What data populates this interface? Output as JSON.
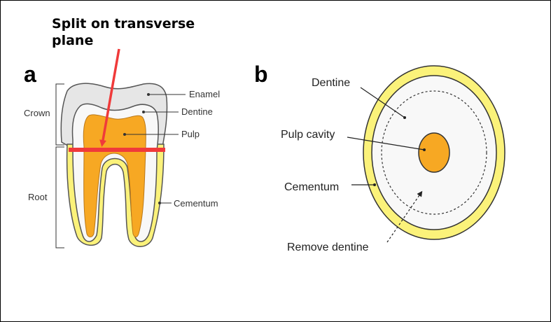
{
  "annotation": {
    "line1": "Split on transverse",
    "line2": "plane"
  },
  "panels": {
    "a": "a",
    "b": "b"
  },
  "tooth_labels": {
    "crown": "Crown",
    "root": "Root",
    "enamel": "Enamel",
    "dentine": "Dentine",
    "pulp": "Pulp",
    "cementum": "Cementum"
  },
  "section_labels": {
    "dentine": "Dentine",
    "pulp_cavity": "Pulp cavity",
    "cementum": "Cementum",
    "remove_dentine": "Remove dentine"
  },
  "colors": {
    "enamel": "#e6e6e6",
    "dentine": "#f8f8f8",
    "pulp": "#f7a823",
    "cementum": "#fbf27a",
    "cut_line": "#f03a3a"
  }
}
